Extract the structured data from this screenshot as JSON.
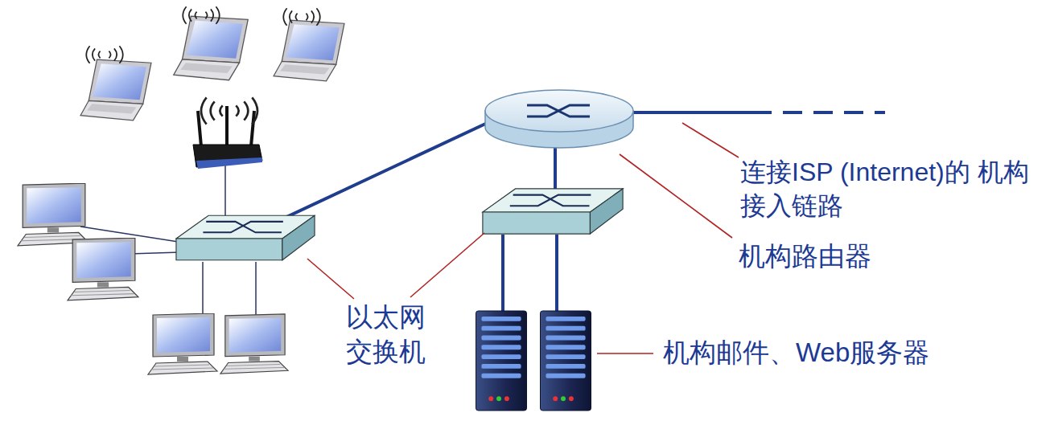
{
  "diagram": {
    "labels": [
      "以太网 交换机",
      "连接ISP (Internet)的 机构接入链路",
      "机构路由器",
      "机构邮件、Web服务器"
    ]
  }
}
